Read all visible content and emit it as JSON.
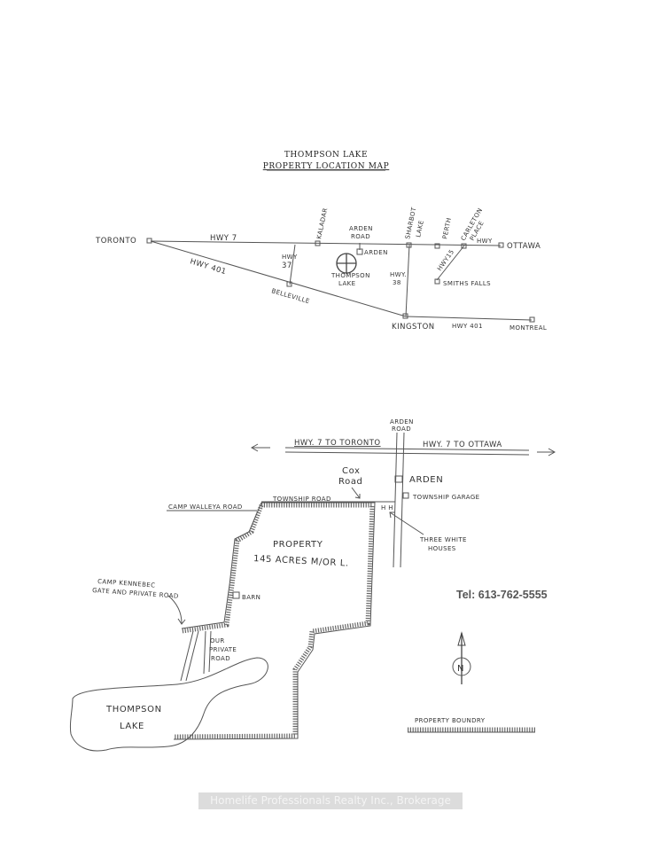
{
  "location_map": {
    "title": "THOMPSON LAKE",
    "subtitle": "PROPERTY LOCATION MAP",
    "places": {
      "toronto": "TORONTO",
      "kaladar": "KALADAR",
      "arden_road": [
        "ARDEN",
        "ROAD"
      ],
      "arden": "ARDEN",
      "sharbot_lake": [
        "SHARBOT",
        "LAKE"
      ],
      "perth": "PERTH",
      "carleton_place": [
        "CARLETON",
        "PLACE"
      ],
      "ottawa": "OTTAWA",
      "thompson_lake": [
        "THOMPSON",
        "LAKE"
      ],
      "belleville": "BELLEVILLE",
      "smiths_falls": "SMITHS FALLS",
      "kingston": "KINGSTON",
      "montreal": "MONTREAL"
    },
    "roads": {
      "hwy7": "HWY 7",
      "hwy401": "HWY 401",
      "hwy37": [
        "HWY",
        "37"
      ],
      "hwy38": [
        "HWY.",
        "38"
      ],
      "hwy15": "HWY15",
      "hwy_short": "HWY",
      "hwy401_east": "HWY 401"
    }
  },
  "property_map": {
    "arden_road": [
      "ARDEN",
      "ROAD"
    ],
    "hwy7_west": "HWY. 7  TO TORONTO",
    "hwy7_east": "HWY. 7  TO OTTAWA",
    "cox_road": [
      "Cox",
      "Road"
    ],
    "arden": "ARDEN",
    "township_garage": "TOWNSHIP GARAGE",
    "township_road": "TOWNSHIP ROAD",
    "camp_walleye_road": "CAMP WALLEYA ROAD",
    "property": [
      "PROPERTY",
      "145 ACRES M/OR L."
    ],
    "three_white_houses": [
      "THREE WHITE",
      "HOUSES"
    ],
    "camp_kennebec": [
      "CAMP KENNEBEC",
      "GATE AND PRIVATE ROAD"
    ],
    "barn": "BARN",
    "our_private_road": [
      "OUR",
      "PRIVATE",
      "ROAD"
    ],
    "thompson_lake": [
      "THOMPSON",
      "LAKE"
    ],
    "property_boundary": "PROPERTY BOUNDRY",
    "north": "N",
    "houses_mark": "H H"
  },
  "telephone": "Tel: 613-762-5555",
  "watermark": "Homelife Professionals Realty Inc., Brokerage"
}
